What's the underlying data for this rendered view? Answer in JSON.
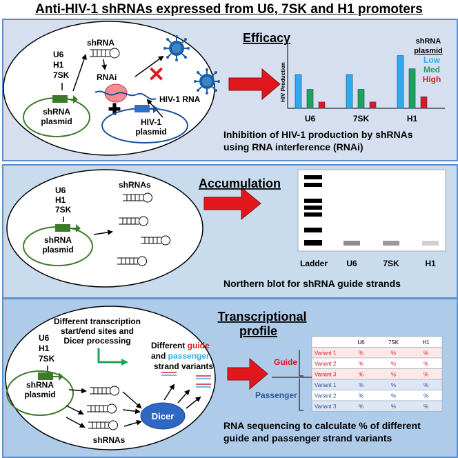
{
  "title": "Anti-HIV-1 shRNAs expressed from U6, 7SK and H1 promoters",
  "panel_efficacy": {
    "heading": "Efficacy",
    "promoters": [
      "U6",
      "H1",
      "7SK"
    ],
    "shrna_label": "shRNA",
    "rnai_label": "RNAi",
    "hiv_rna_label": "HIV-1 RNA",
    "shrna_plasmid": [
      "shRNA",
      "plasmid"
    ],
    "hiv_plasmid": [
      "HIV-1",
      "plasmid"
    ],
    "caption": [
      "Inhibition of HIV-1 production by shRNAs",
      "using RNA interference (RNAi)"
    ],
    "legend_title": [
      "shRNA",
      "plasmid"
    ],
    "legend_items": [
      {
        "label": "Low",
        "color": "#2fa9f0"
      },
      {
        "label": "Med",
        "color": "#1fa25a"
      },
      {
        "label": "High",
        "color": "#e0181e"
      }
    ]
  },
  "chart_data": {
    "type": "bar",
    "ylabel": "HIV Production",
    "categories": [
      "U6",
      "7SK",
      "H1"
    ],
    "series": [
      {
        "name": "Low",
        "color": "#2fa9f0",
        "values": [
          0.64,
          0.64,
          1.0
        ]
      },
      {
        "name": "Med",
        "color": "#1fa25a",
        "values": [
          0.36,
          0.36,
          0.75
        ]
      },
      {
        "name": "High",
        "color": "#e0181e",
        "values": [
          0.12,
          0.12,
          0.22
        ]
      }
    ],
    "ylim": [
      0,
      1.1
    ],
    "grid": false,
    "legend_placement": "right"
  },
  "panel_accumulation": {
    "heading": "Accumulation",
    "promoters": [
      "U6",
      "H1",
      "7SK"
    ],
    "shrnas_label": "shRNAs",
    "shrna_plasmid": [
      "shRNA",
      "plasmid"
    ],
    "lanes": [
      "Ladder",
      "U6",
      "7SK",
      "H1"
    ],
    "band_colors": {
      "U6": "#8c8c8c",
      "7SK": "#9a9a9a",
      "H1": "#cfcfcf"
    },
    "caption": "Northern blot for shRNA guide strands"
  },
  "panel_profile": {
    "heading": [
      "Transcriptional",
      "profile"
    ],
    "promoters": [
      "U6",
      "H1",
      "7SK"
    ],
    "shrna_plasmid": [
      "shRNA",
      "plasmid"
    ],
    "processing_note": [
      "Different transcription",
      "start/end sites and",
      "Dicer processing"
    ],
    "variants_note": {
      "prefix": "Different ",
      "guide": "guide",
      "and": "and ",
      "passenger": "passenger",
      "suffix": "strand variants"
    },
    "dicer_label": "Dicer",
    "shrnas_label": "shRNAs",
    "guide_label": "Guide",
    "passenger_label": "Passenger",
    "caption": [
      "RNA sequencing to calculate % of different",
      "guide and passenger strand variants"
    ],
    "table": {
      "columns": [
        "U6",
        "7SK",
        "H1"
      ],
      "guide_rows": [
        {
          "name": "Variant 1",
          "cells": [
            "%",
            "%",
            "%"
          ]
        },
        {
          "name": "Variant 2",
          "cells": [
            "%",
            "%",
            "%"
          ]
        },
        {
          "name": "Variant 3",
          "cells": [
            "%",
            "%",
            "%"
          ]
        }
      ],
      "passenger_rows": [
        {
          "name": "Variant 1",
          "cells": [
            "%",
            "%",
            "%"
          ]
        },
        {
          "name": "Variant 2",
          "cells": [
            "%",
            "%",
            "%"
          ]
        },
        {
          "name": "Variant 3",
          "cells": [
            "%",
            "%",
            "%"
          ]
        }
      ]
    }
  }
}
